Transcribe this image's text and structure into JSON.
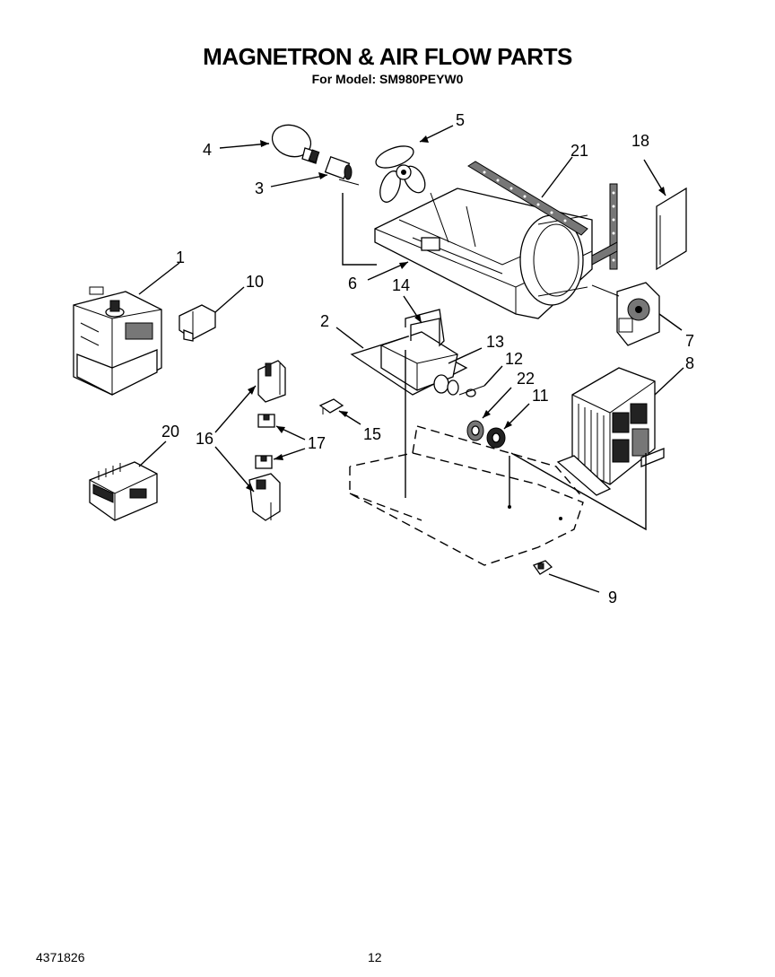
{
  "header": {
    "title": "MAGNETRON & AIR FLOW PARTS",
    "subtitle": "For Model: SM980PEYW0"
  },
  "callouts": {
    "c1": "1",
    "c2": "2",
    "c3": "3",
    "c4": "4",
    "c5": "5",
    "c6": "6",
    "c7": "7",
    "c8": "8",
    "c9": "9",
    "c10": "10",
    "c11": "11",
    "c12": "12",
    "c13": "13",
    "c14": "14",
    "c15": "15",
    "c16": "16",
    "c17": "17",
    "c18": "18",
    "c20": "20",
    "c21": "21",
    "c22": "22"
  },
  "footer": {
    "doc_number": "4371826",
    "page_number": "12"
  }
}
